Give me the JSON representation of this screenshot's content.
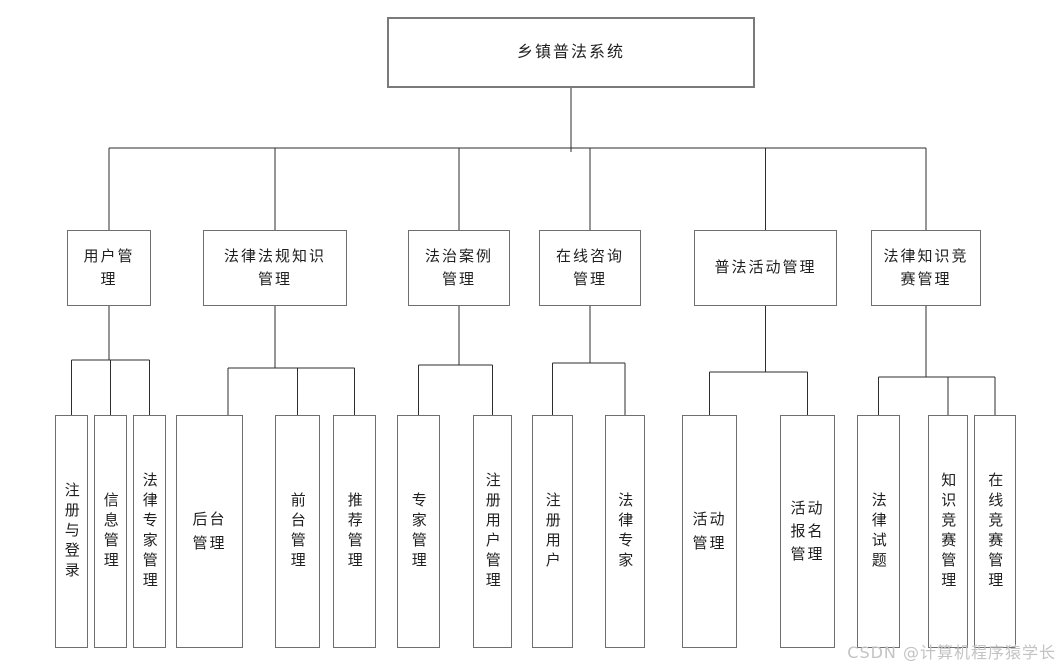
{
  "colors": {
    "background": "#ffffff",
    "box_border": "#6f6f6f",
    "connector": "#2d2d2d",
    "text": "#1f1f1f",
    "watermark": "#c3c3c3"
  },
  "diagram": {
    "root": {
      "label": "乡镇普法系统"
    },
    "branches": [
      {
        "label": "用户管理",
        "children": [
          {
            "label": "注册与登录"
          },
          {
            "label": "信息管理"
          },
          {
            "label": "法律专家管理"
          }
        ]
      },
      {
        "label": "法律法规知识管理",
        "children": [
          {
            "label": "后台管理"
          },
          {
            "label": "前台管理"
          },
          {
            "label": "推荐管理"
          }
        ]
      },
      {
        "label": "法治案例管理",
        "children": [
          {
            "label": "专家管理"
          },
          {
            "label": "注册用户管理"
          }
        ]
      },
      {
        "label": "在线咨询管理",
        "children": [
          {
            "label": "注册用户"
          },
          {
            "label": "法律专家"
          }
        ]
      },
      {
        "label": "普法活动管理",
        "children": [
          {
            "label": "活动管理"
          },
          {
            "label": "活动报名管理"
          }
        ]
      },
      {
        "label": "法律知识竞赛管理",
        "children": [
          {
            "label": "法律试题"
          },
          {
            "label": "知识竞赛管理"
          },
          {
            "label": "在线竞赛管理"
          }
        ]
      }
    ]
  },
  "watermark": {
    "text": "CSDN @计算机程序猿学长"
  }
}
